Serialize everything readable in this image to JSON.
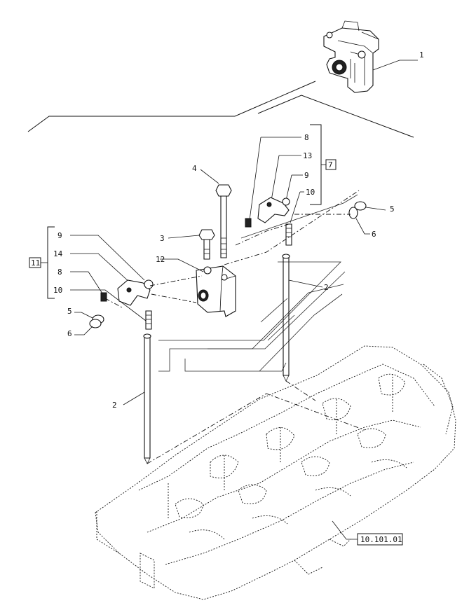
{
  "callouts": {
    "c1": "1",
    "c2a": "2",
    "c2b": "2",
    "c3": "3",
    "c4": "4",
    "c5a": "5",
    "c5b": "5",
    "c6a": "6",
    "c6b": "6",
    "c7": "7",
    "c8a": "8",
    "c8b": "8",
    "c9a": "9",
    "c9b": "9",
    "c10a": "10",
    "c10b": "10",
    "c11": "11",
    "c12": "12",
    "c13": "13",
    "c14": "14"
  },
  "reference": {
    "label": "10.101.01"
  }
}
